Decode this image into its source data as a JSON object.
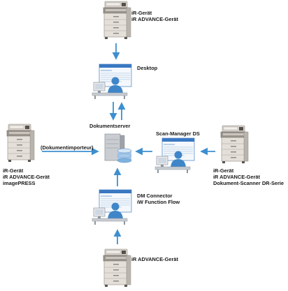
{
  "nodes": {
    "top_device": {
      "lines": [
        "iR-Gerät",
        "iR ADVANCE-Gerät"
      ]
    },
    "desktop": {
      "label": "Desktop"
    },
    "server": {
      "label": "Dokumentserver"
    },
    "importer": {
      "label": "(Dokumentimporteur)"
    },
    "left_device": {
      "lines": [
        "iR-Gerät",
        "iR ADVANCE-Gerät",
        "imagePRESS"
      ]
    },
    "scan_manager": {
      "label": "Scan-Manager DS"
    },
    "right_device": {
      "lines": [
        "iR-Gerät",
        "iR ADVANCE-Gerät",
        "Dokument-Scanner DR-Serie"
      ]
    },
    "connector": {
      "lines": [
        "DM Connector",
        "iW Function Flow"
      ]
    },
    "bottom_device": {
      "label": "iR ADVANCE-Gerät"
    }
  },
  "colors": {
    "arrow": "#3d8fd0",
    "printer_body": "#e4dfd8",
    "printer_dark": "#7a746c",
    "window_header": "#3a78c2",
    "person": "#3f86c8",
    "server_body": "#c9ccd1"
  },
  "icons": {
    "printer": "printer-icon",
    "workstation": "workstation-icon",
    "server": "server-icon"
  }
}
